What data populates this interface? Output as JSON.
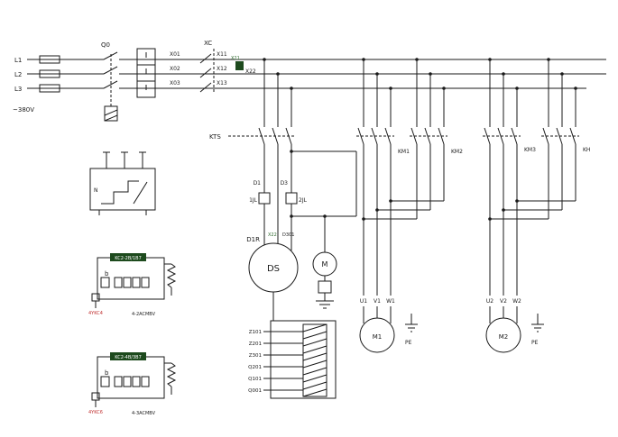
{
  "supply": {
    "l1": "L1",
    "l2": "L2",
    "l3": "L3",
    "voltage": "~380V",
    "q0": "Q0"
  },
  "xterm": {
    "x01": "X01",
    "x02": "X02",
    "x03": "X03",
    "xc": "XC",
    "x11": "X11",
    "x12": "X12",
    "x13": "X13",
    "x21": "X21",
    "x22": "X22"
  },
  "control": {
    "kts": "KTS",
    "d1": "D1",
    "d3": "D3",
    "jl1": "1JL",
    "jl2": "2JL",
    "d1r": "D1R",
    "x22": "X22",
    "d301": "D301",
    "ds": "DS",
    "m": "M"
  },
  "taps": {
    "z101": "Z101",
    "z201": "Z201",
    "z301": "Z301",
    "q201": "Q201",
    "q101": "Q101",
    "q001": "Q001"
  },
  "power": {
    "km1": "KM1",
    "km2": "KM2",
    "km3": "KM3",
    "kh": "KH"
  },
  "motor1": {
    "u": "U1",
    "v": "V1",
    "w": "W1",
    "name": "M1",
    "pe": "PE"
  },
  "motor2": {
    "u": "U2",
    "v": "V2",
    "w": "W2",
    "name": "M2",
    "pe": "PE"
  },
  "modules": {
    "n": "N",
    "m1_badge": "KC2-2B/1B7",
    "m1_b": "b",
    "m1_red": "4YKC4",
    "m1_sub": "4-2ACMBV",
    "m2_badge": "KC2-4B/3B7",
    "m2_b": "b",
    "m2_red": "4YKC6",
    "m2_sub": "4-3ACMBV"
  }
}
